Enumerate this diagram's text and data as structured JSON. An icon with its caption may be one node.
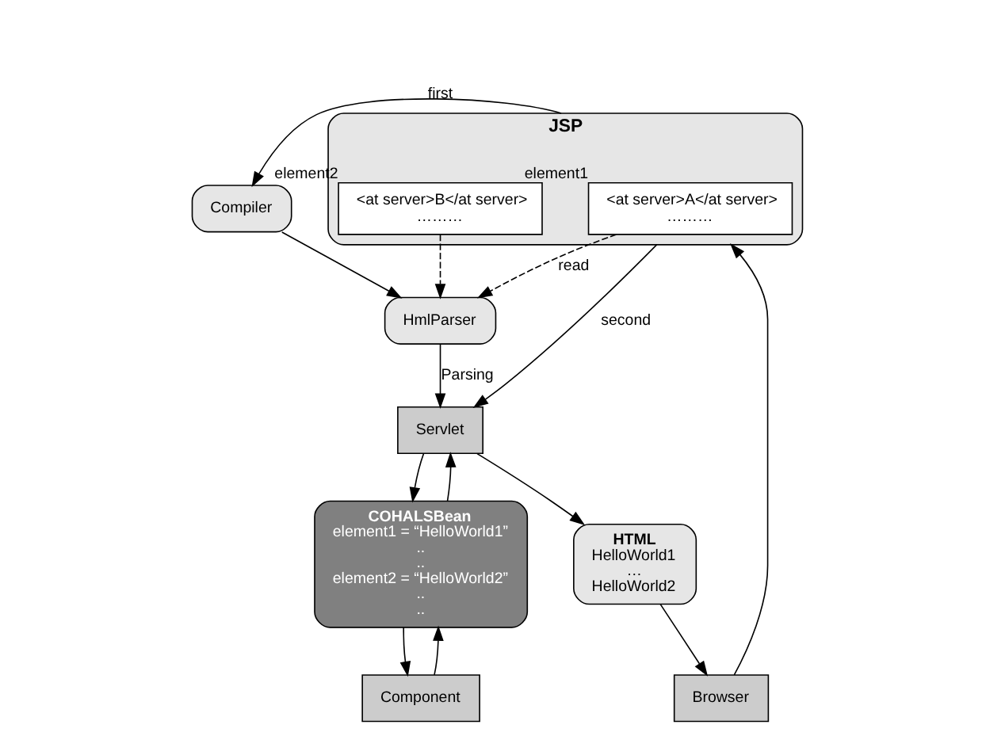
{
  "diagram": {
    "nodes": [
      {
        "text": [
          "JSP"
        ]
      },
      {
        "text": [
          "<at server>A</at server>",
          "………"
        ],
        "in": 0,
        "beside": [
          "element1"
        ]
      },
      {
        "text": [
          "<at server>B</at server>",
          "………"
        ],
        "in": 0,
        "beside": [
          "element2"
        ]
      },
      {
        "text": [
          "Compiler"
        ]
      },
      {
        "text": [
          "HmlParser"
        ]
      },
      {
        "text": [
          "Servlet"
        ]
      },
      {
        "text": [
          "COHALSBean",
          "element1 = “HelloWorld1”",
          "..",
          "..",
          "element2 = “HelloWorld2”",
          "..",
          ".."
        ]
      },
      {
        "text": [
          "HTML",
          "HelloWorld1",
          "…",
          "HelloWorld2"
        ]
      },
      {
        "text": [
          "Browser"
        ]
      },
      {
        "text": [
          "Component"
        ]
      }
    ],
    "edges": [
      {
        "from": 0,
        "to": 3,
        "arrow": "to",
        "label": "first"
      },
      {
        "from": 1,
        "to": 4,
        "arrow": "to",
        "label": "read",
        "style": "dashed"
      },
      {
        "from": 2,
        "to": 4,
        "arrow": "to",
        "style": "dashed"
      },
      {
        "from": 3,
        "to": 4,
        "arrow": "to"
      },
      {
        "from": 4,
        "to": 5,
        "arrow": "to",
        "label": "Parsing"
      },
      {
        "from": 0,
        "to": 5,
        "arrow": "to",
        "label": "second"
      },
      {
        "from": 5,
        "to": 6,
        "arrow": "to"
      },
      {
        "from": 6,
        "to": 5,
        "arrow": "to"
      },
      {
        "from": 5,
        "to": 7,
        "arrow": "to"
      },
      {
        "from": 7,
        "to": 8,
        "arrow": "to"
      },
      {
        "from": 8,
        "to": 0,
        "arrow": "to"
      },
      {
        "from": 6,
        "to": 9,
        "arrow": "to"
      },
      {
        "from": 9,
        "to": 6,
        "arrow": "to"
      }
    ]
  }
}
